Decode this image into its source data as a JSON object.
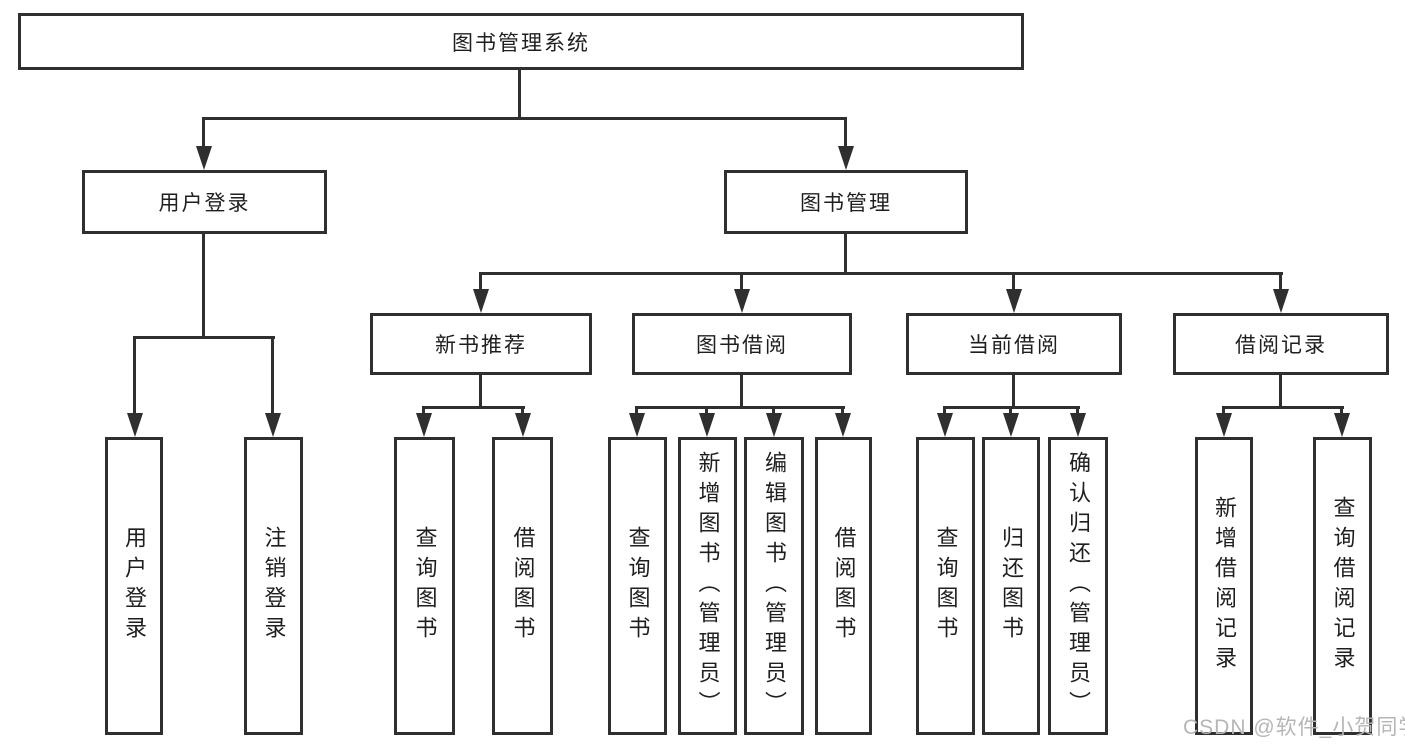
{
  "diagram": {
    "type": "hierarchy-tree",
    "colors": {
      "line": "#2f2f2f",
      "box_border": "#2f2f2f",
      "box_fill": "#ffffff",
      "text": "#1f1f1f",
      "watermark": "#b6b6b6"
    },
    "watermark": "CSDN @软件_小贺同学",
    "tree": {
      "label": "图书管理系统",
      "children": [
        {
          "label": "用户登录",
          "children": [
            {
              "label": "用户登录"
            },
            {
              "label": "注销登录"
            }
          ]
        },
        {
          "label": "图书管理",
          "children": [
            {
              "label": "新书推荐",
              "children": [
                {
                  "label": "查询图书"
                },
                {
                  "label": "借阅图书"
                }
              ]
            },
            {
              "label": "图书借阅",
              "children": [
                {
                  "label": "查询图书"
                },
                {
                  "label": "新增图书（管理员）"
                },
                {
                  "label": "编辑图书（管理员）"
                },
                {
                  "label": "借阅图书"
                }
              ]
            },
            {
              "label": "当前借阅",
              "children": [
                {
                  "label": "查询图书"
                },
                {
                  "label": "归还图书"
                },
                {
                  "label": "确认归还（管理员）"
                }
              ]
            },
            {
              "label": "借阅记录",
              "children": [
                {
                  "label": "新增借阅记录"
                },
                {
                  "label": "查询借阅记录"
                }
              ]
            }
          ]
        }
      ]
    }
  }
}
